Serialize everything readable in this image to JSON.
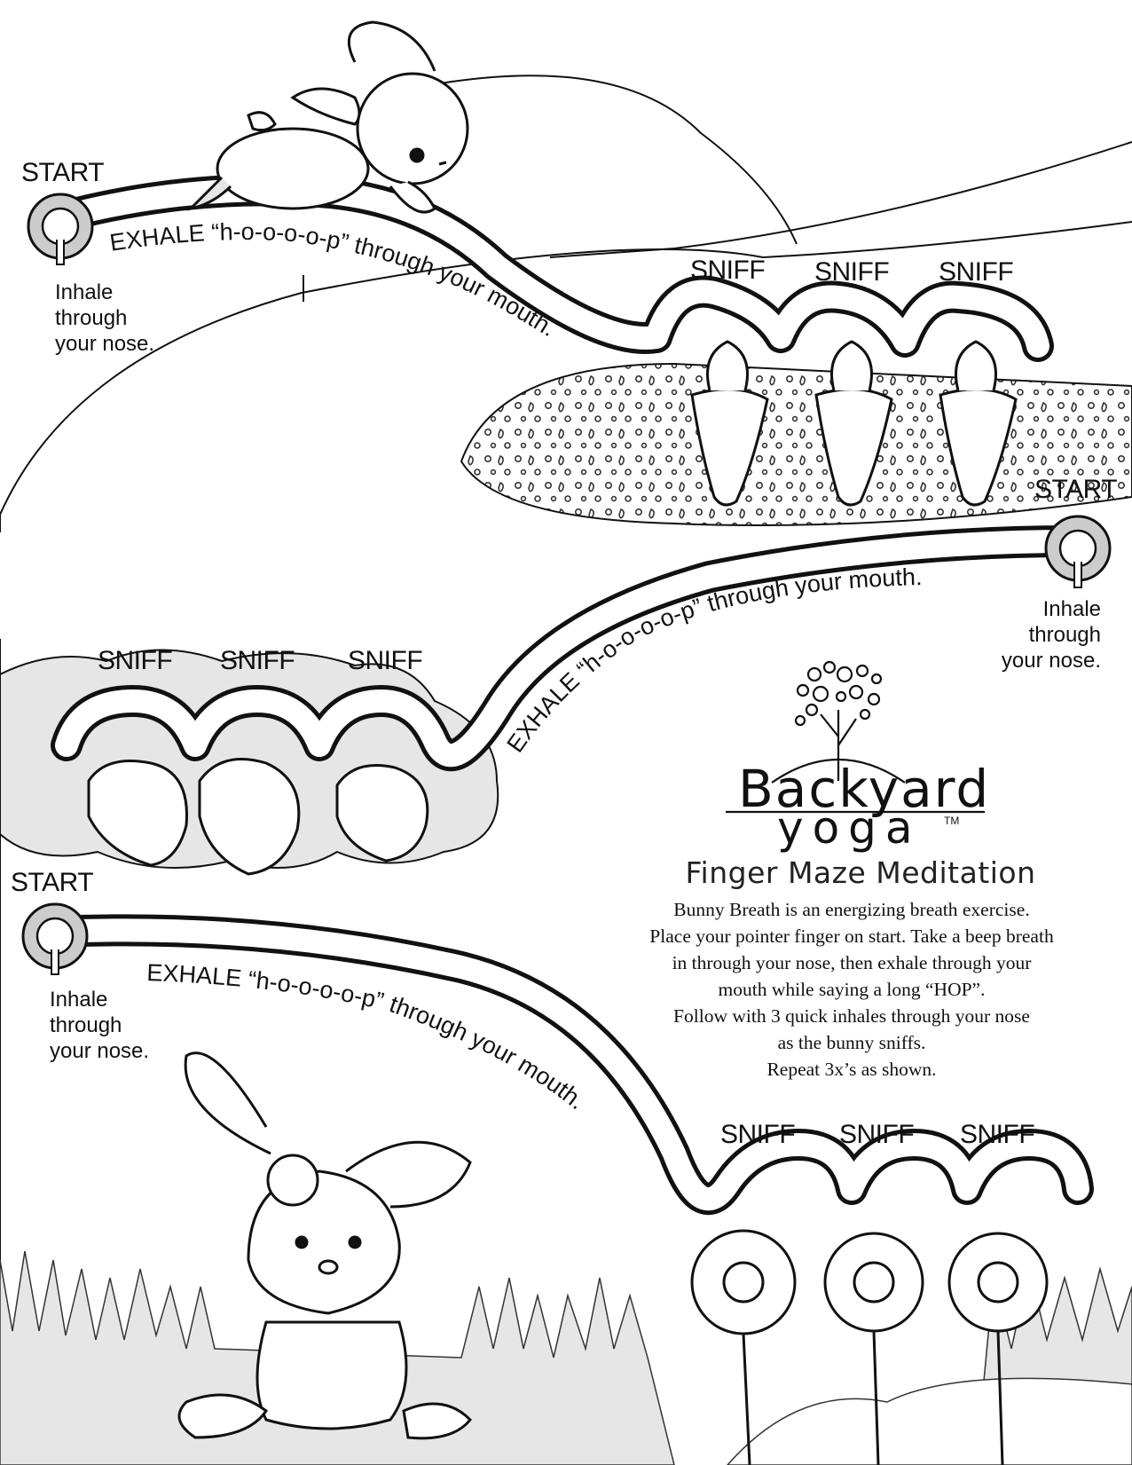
{
  "maze": {
    "paths": [
      {
        "start_label": "START",
        "inhale_text": "Inhale\nthrough\nyour nose.",
        "exhale_text": "EXHALE “h-o-o-o-o-p” through your mouth.",
        "sniffs": [
          "SNIFF",
          "SNIFF",
          "SNIFF"
        ]
      },
      {
        "start_label": "START",
        "inhale_text": "Inhale\nthrough\nyour nose.",
        "exhale_text": "EXHALE “h-o-o-o-o-p” through your mouth.",
        "sniffs": [
          "SNIFF",
          "SNIFF",
          "SNIFF"
        ]
      },
      {
        "start_label": "START",
        "inhale_text": "Inhale\nthrough\nyour nose.",
        "exhale_text": "EXHALE “h-o-o-o-o-p” through your mouth.",
        "sniffs": [
          "SNIFF",
          "SNIFF",
          "SNIFF"
        ]
      }
    ]
  },
  "logo": {
    "line1": "Backyard",
    "line2": "yoga",
    "trademark": "TM"
  },
  "title": "Finger Maze Meditation",
  "instructions": [
    "Bunny Breath is an energizing breath exercise.",
    "Place your pointer finger on start. Take a beep breath",
    "in through your nose, then exhale through your",
    "mouth while saying a long “HOP”.",
    "Follow with 3 quick inhales through your nose",
    "as the bunny sniffs.",
    "Repeat 3x’s as shown."
  ],
  "colors": {
    "ink": "#111111",
    "fill_gray": "#e6e6e6",
    "paper": "#ffffff"
  }
}
